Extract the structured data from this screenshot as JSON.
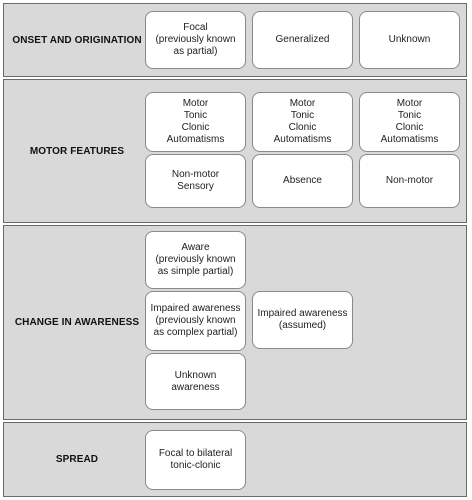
{
  "rows": [
    {
      "label": "ONSET AND ORIGINATION",
      "boxes": [
        "Focal\n(previously known\nas partial)",
        "Generalized",
        "Unknown"
      ]
    },
    {
      "label": "MOTOR FEATURES",
      "boxes": [
        "Motor\nTonic\nClonic\nAutomatisms",
        "Motor\nTonic\nClonic\nAutomatisms",
        "Motor\nTonic\nClonic\nAutomatisms",
        "Non-motor\nSensory",
        "Absence",
        "Non-motor"
      ]
    },
    {
      "label": "CHANGE IN AWARENESS",
      "boxes": [
        "Aware\n(previously known\nas simple partial)",
        "Impaired awareness\n(previously known\nas complex partial)",
        "Unknown\nawareness",
        "Impaired awareness\n(assumed)"
      ]
    },
    {
      "label": "SPREAD",
      "boxes": [
        "Focal to bilateral\ntonic-clonic"
      ]
    }
  ]
}
